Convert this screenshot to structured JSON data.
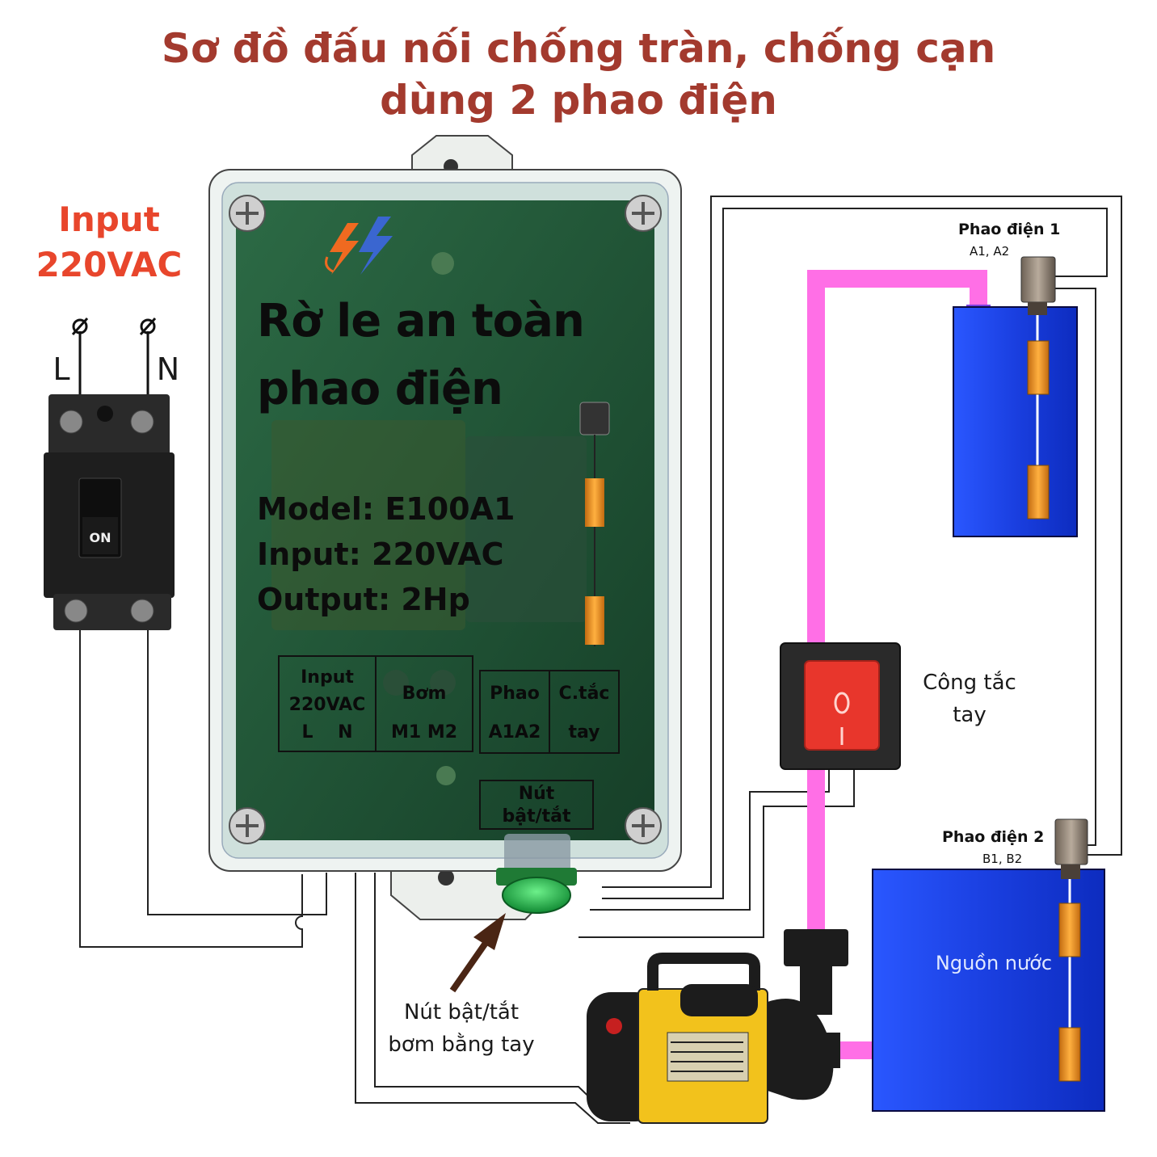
{
  "title": {
    "line1": "Sơ đồ đấu nối chống tràn, chống cạn",
    "line2": "dùng 2 phao điện"
  },
  "power_input": {
    "label_line1": "Input",
    "label_line2": "220VAC",
    "terminal_l": "L",
    "terminal_n": "N",
    "breaker_state": "ON"
  },
  "relay": {
    "name_line1": "Rờ le an toàn",
    "name_line2": "phao điện",
    "model": "Model:  E100A1",
    "input": "Input: 220VAC",
    "output": "Output: 2Hp",
    "terminals": {
      "input_line1": "Input",
      "input_line2": "220VAC",
      "input_line3": "L    N",
      "pump_line1": "Bơm",
      "pump_line2": "M1 M2",
      "float_line1": "Phao",
      "float_line2": "A1A2",
      "switch_line1": "C.tắc",
      "switch_line2": "tay",
      "button_line1": "Nút",
      "button_line2": "bật/tắt"
    }
  },
  "float1": {
    "name": "Phao điện 1",
    "pins": "A1, A2"
  },
  "float2": {
    "name": "Phao điện 2",
    "pins": "B1, B2"
  },
  "manual_switch": {
    "label_line1": "Công tắc",
    "label_line2": "tay"
  },
  "manual_button": {
    "label_line1": "Nút bật/tắt",
    "label_line2": "bơm bằng tay"
  },
  "water_source": {
    "label": "Nguồn nước"
  },
  "colors": {
    "title": "#a33a2e",
    "input_label": "#e8462c",
    "pipe": "#ff6fe6",
    "tank": "#1e44e0",
    "relay_board": "#1f5a3a",
    "float_body": "#e88a1c",
    "switch_rocker": "#e8362c",
    "button": "#1fb84a"
  }
}
